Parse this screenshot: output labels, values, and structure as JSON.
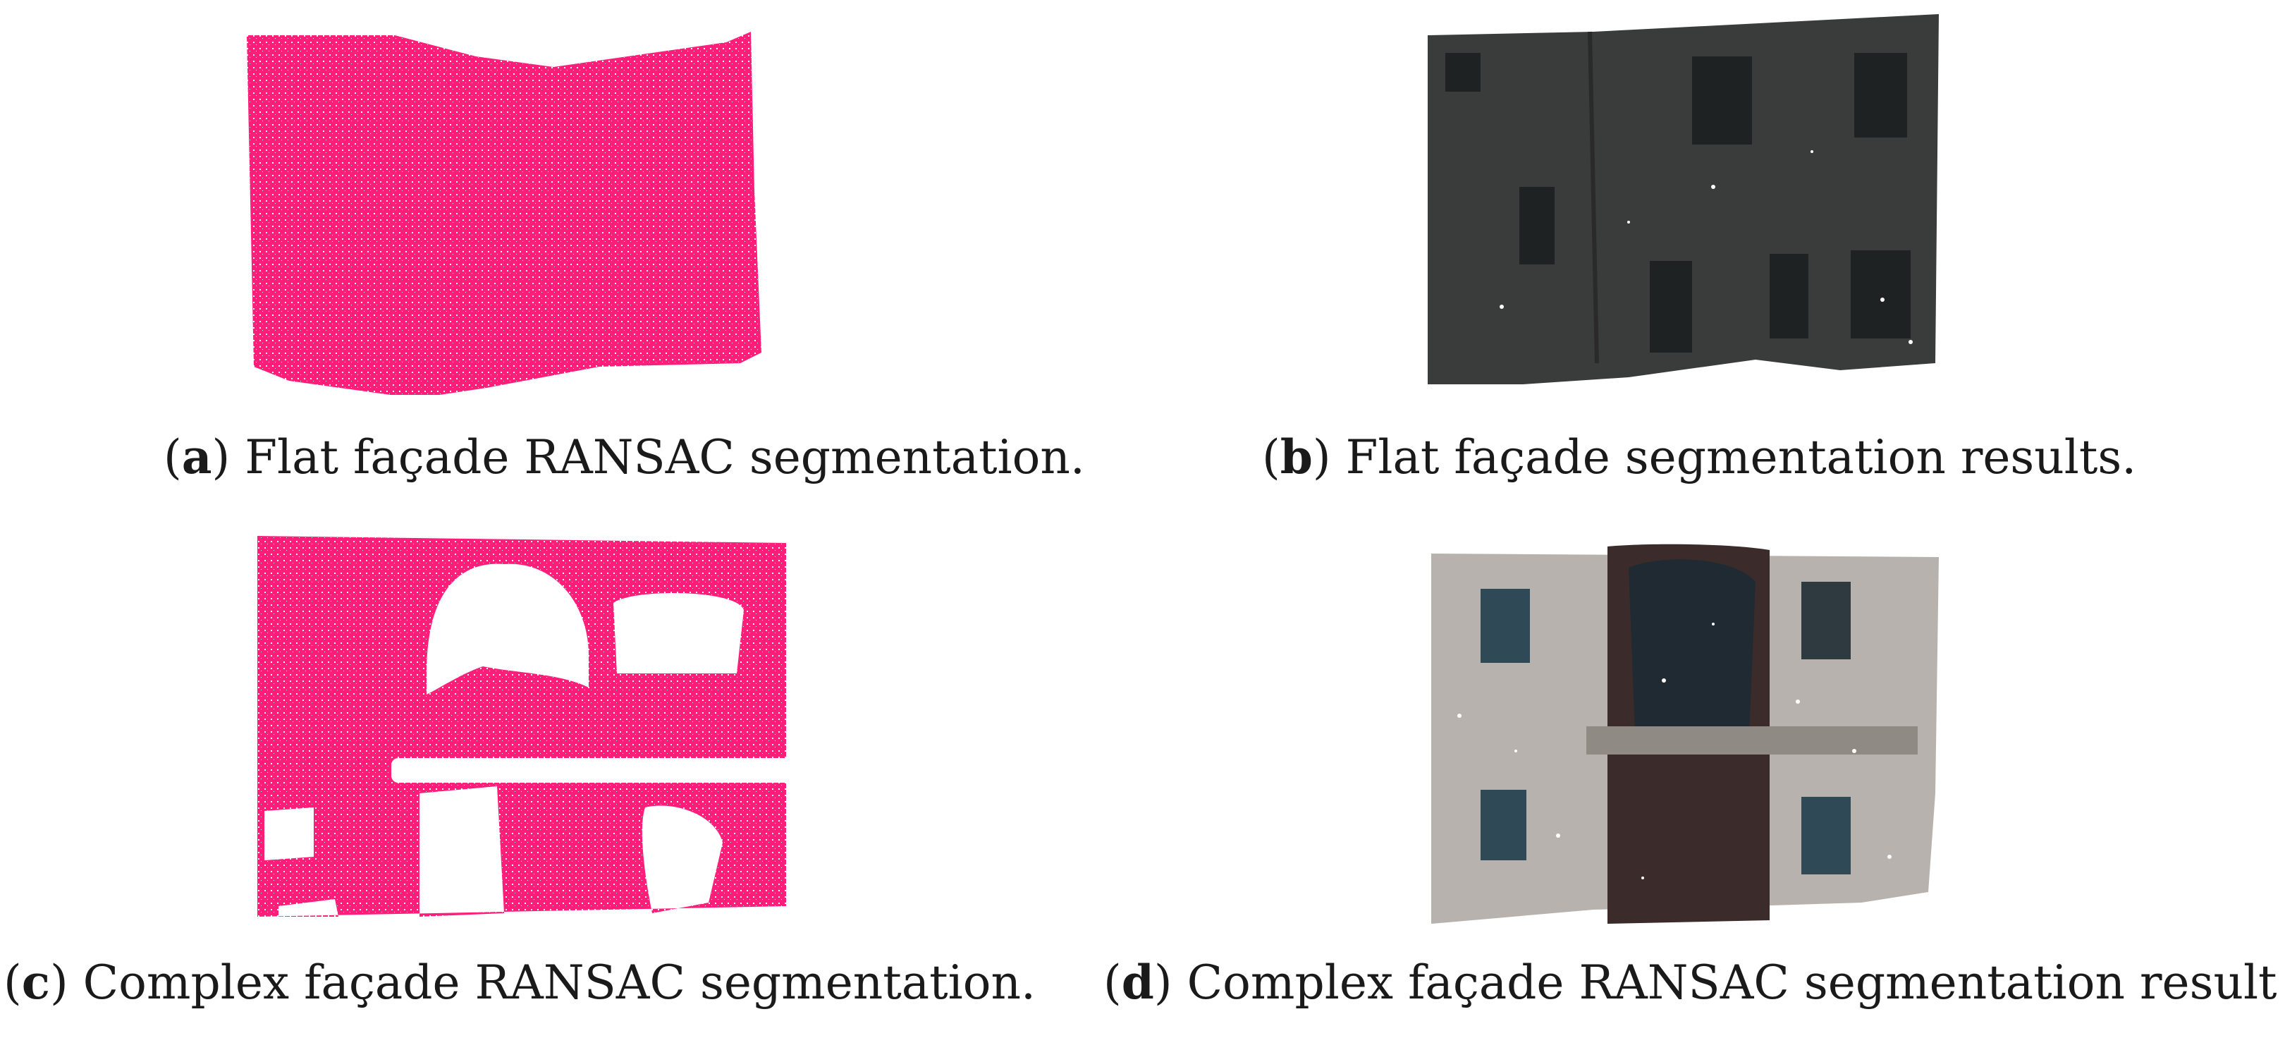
{
  "figure": {
    "panels": [
      {
        "letter": "a",
        "caption": "Flat façade RANSAC segmentation."
      },
      {
        "letter": "b",
        "caption": "Flat façade segmentation results."
      },
      {
        "letter": "c",
        "caption": "Complex façade RANSAC segmentation."
      },
      {
        "letter": "d",
        "caption": "Complex façade RANSAC segmentation result"
      }
    ]
  },
  "colors": {
    "ransac_points": "#ff1f7a",
    "flat_wall": "#3a3b3b",
    "flat_window": "#1e2222",
    "complex_wall": "#b7b2ad",
    "complex_dark": "#3b2c2b",
    "complex_window": "#2f4a56"
  }
}
